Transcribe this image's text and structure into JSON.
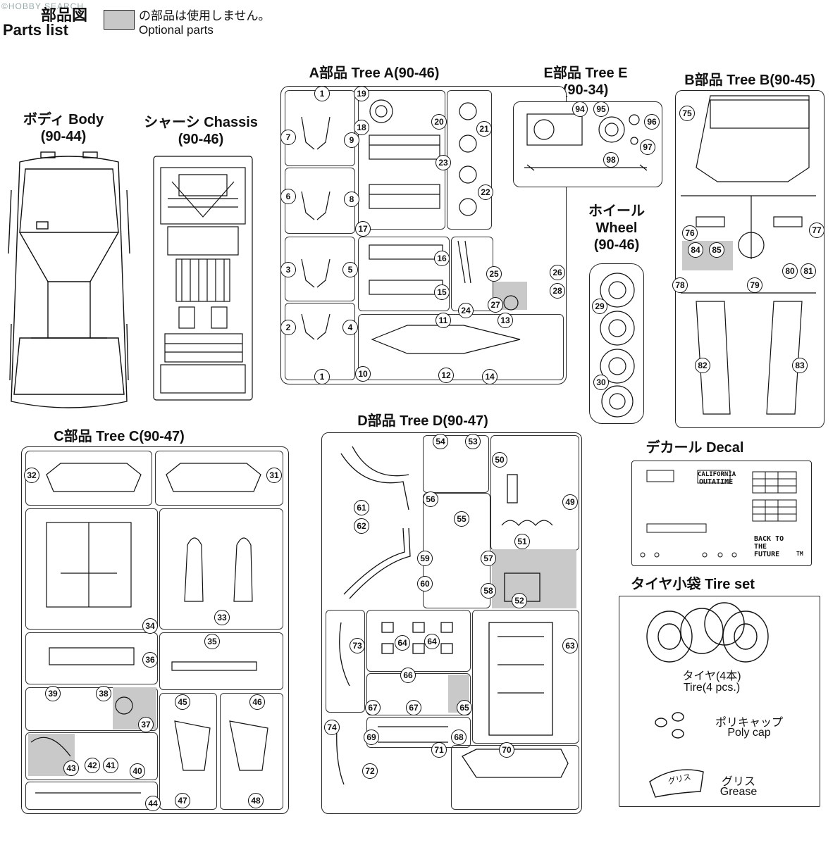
{
  "watermark": "©HOBBY SEARCH",
  "title": {
    "jp": "部品図",
    "en": "Parts list"
  },
  "legend": {
    "jp": "の部品は使用しません。",
    "en": "Optional parts",
    "swatch_color": "#c8c8c8"
  },
  "groups": {
    "body": {
      "line1": "ボディ Body",
      "line2": "(90-44)"
    },
    "chassis": {
      "line1": "シャーシ Chassis",
      "line2": "(90-46)"
    },
    "tree_a": {
      "line1": "A部品 Tree A(90-46)"
    },
    "tree_e": {
      "line1": "E部品 Tree E",
      "line2": "(90-34)"
    },
    "tree_b": {
      "line1": "B部品 Tree B(90-45)"
    },
    "wheel": {
      "line1": "ホイール",
      "line2": "Wheel",
      "line3": "(90-46)"
    },
    "tree_c": {
      "line1": "C部品 Tree C(90-47)"
    },
    "tree_d": {
      "line1": "D部品 Tree D(90-47)"
    },
    "decal": {
      "line1": "デカール Decal",
      "plate": "OUTATIME",
      "plate_state": "CALIFORNIA",
      "logo": "BACK TO THE FUTURE",
      "tm": "TM"
    },
    "tire_set": {
      "line1": "タイヤ小袋 Tire set",
      "tire_jp": "タイヤ(4本)",
      "tire_en": "Tire(4 pcs.)",
      "cap_jp": "ポリキャップ",
      "cap_en": "Poly cap",
      "grease_jp": "グリス",
      "grease_en": "Grease",
      "grease_tube": "グリス"
    }
  },
  "tree_a_labels": [
    "1",
    "19",
    "7",
    "9",
    "18",
    "20",
    "21",
    "6",
    "8",
    "23",
    "22",
    "17",
    "3",
    "5",
    "16",
    "15",
    "25",
    "26",
    "28",
    "27",
    "24",
    "2",
    "4",
    "11",
    "13",
    "10",
    "12",
    "14",
    "1"
  ],
  "tree_e_labels": [
    "94",
    "95",
    "96",
    "97",
    "98"
  ],
  "tree_b_labels": [
    "75",
    "76",
    "77",
    "84",
    "85",
    "80",
    "81",
    "78",
    "79",
    "82",
    "83"
  ],
  "wheel_labels": [
    "29",
    "30"
  ],
  "tree_c_labels": [
    "32",
    "31",
    "34",
    "33",
    "35",
    "36",
    "39",
    "38",
    "37",
    "43",
    "42",
    "41",
    "40",
    "45",
    "46",
    "47",
    "48",
    "44"
  ],
  "tree_d_labels": [
    "54",
    "53",
    "50",
    "61",
    "56",
    "55",
    "49",
    "62",
    "51",
    "59",
    "57",
    "60",
    "58",
    "52",
    "73",
    "64",
    "64",
    "63",
    "66",
    "67",
    "67",
    "65",
    "74",
    "69",
    "68",
    "71",
    "70",
    "72"
  ]
}
